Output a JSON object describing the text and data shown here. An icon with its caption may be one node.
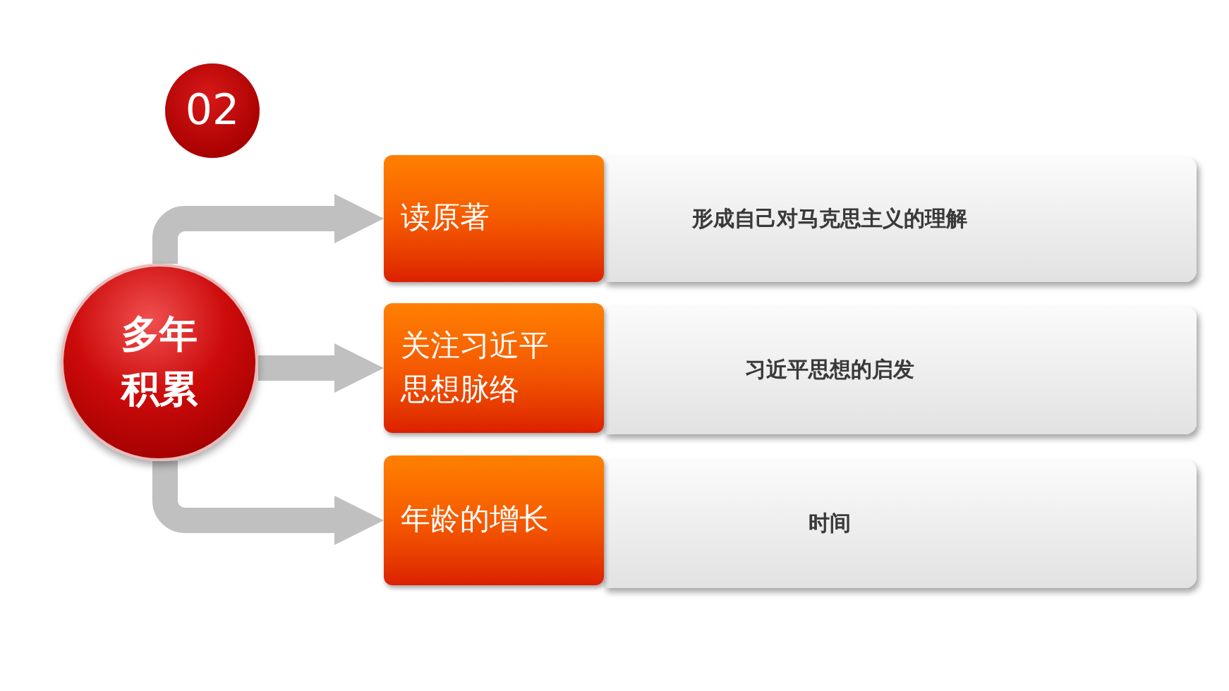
{
  "diagram": {
    "nodes": [
      {
        "text": [
          "02"
        ]
      },
      {
        "text": [
          "多年积累"
        ]
      },
      {
        "text": [
          "读原著"
        ]
      },
      {
        "text": [
          "形成自己对马克思主义的理解"
        ]
      },
      {
        "text": [
          "关注习近平思想脉络"
        ]
      },
      {
        "text": [
          "习近平思想的启发"
        ]
      },
      {
        "text": [
          "年龄的增长"
        ]
      },
      {
        "text": [
          "时间"
        ]
      }
    ],
    "edges": [
      {
        "from": 1,
        "to": 2,
        "arrow": "to"
      },
      {
        "from": 1,
        "to": 4,
        "arrow": "to"
      },
      {
        "from": 1,
        "to": 6,
        "arrow": "to"
      }
    ]
  }
}
